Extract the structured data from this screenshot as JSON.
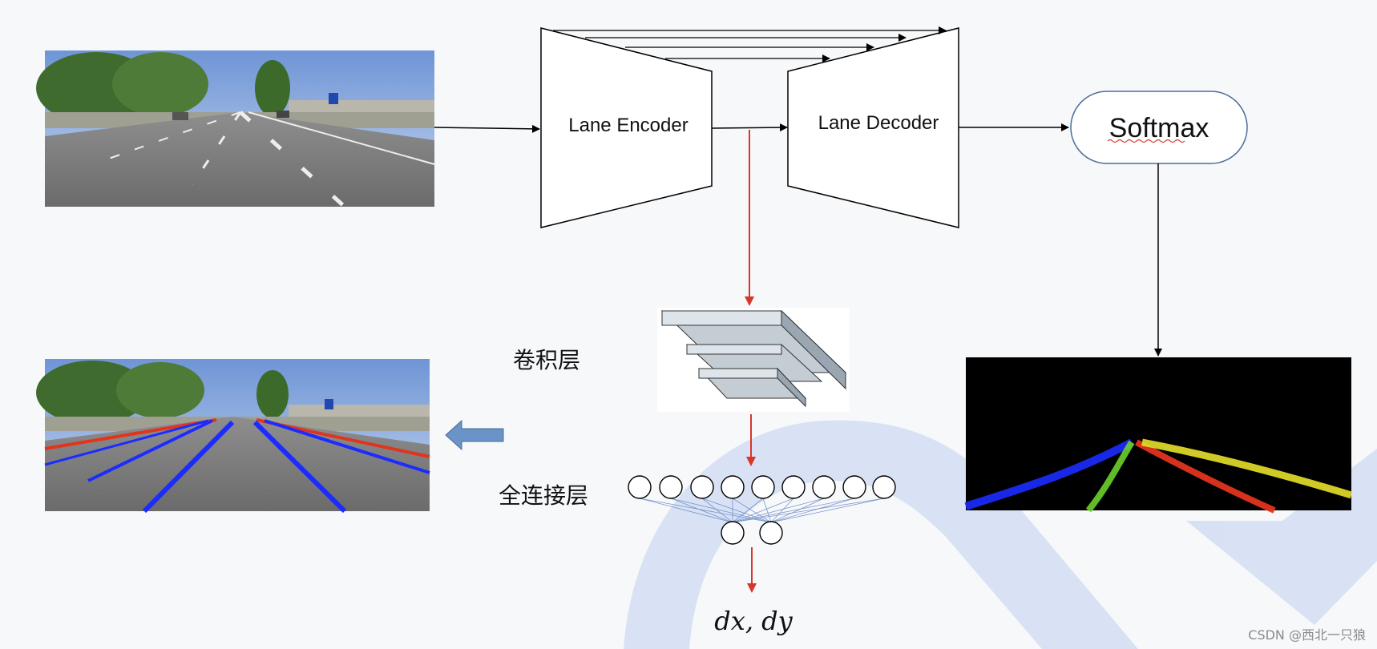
{
  "encoder": {
    "label": "Lane Encoder"
  },
  "decoder": {
    "label": "Lane Decoder"
  },
  "softmax": {
    "label": "Softmax"
  },
  "conv_layer": {
    "label": "卷积层"
  },
  "fc_layer": {
    "label": "全连接层"
  },
  "output": {
    "label": "dx, dy"
  },
  "watermark": {
    "text": "CSDN @西北一只狼"
  },
  "colors": {
    "red_arrow": "#d9362b",
    "back_arrow": "#6a93c7",
    "softmax_border": "#4a6e96",
    "lane_blue": "#1c2cff",
    "lane_red": "#e0341e",
    "lane_green": "#6bd12a",
    "lane_yellow": "#e6e02a",
    "neural_links": "#5e7fc0"
  }
}
